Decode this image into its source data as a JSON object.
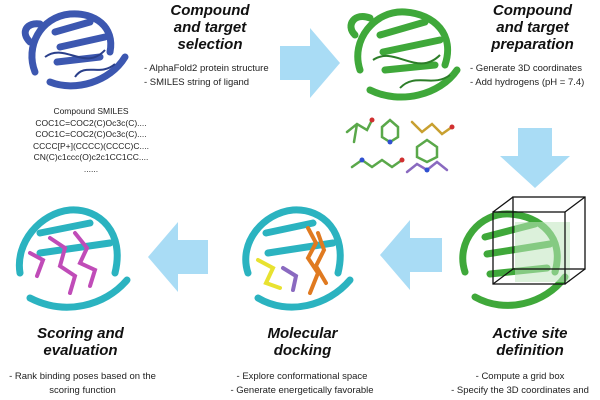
{
  "steps": {
    "selection": {
      "title_line1": "Compound",
      "title_line2": "and target",
      "title_line3": "selection",
      "bullets": [
        "- AlphaFold2 protein structure",
        "- SMILES string of ligand"
      ],
      "smiles_header": "Compound SMILES",
      "smiles": [
        "COC1C=COC2(C)Oc3c(C)....",
        "COC1C=COC2(C)Oc3c(C)....",
        "CCCC[P+](CCCC)(CCCC)C....",
        "CN(C)c1ccc(O)c2c1CC1CC....",
        "......"
      ]
    },
    "preparation": {
      "title_line1": "Compound",
      "title_line2": "and target",
      "title_line3": "preparation",
      "bullets": [
        "- Generate 3D coordinates",
        "- Add hydrogens (pH = 7.4)"
      ]
    },
    "active_site": {
      "title_line1": "Active site",
      "title_line2": "definition",
      "bullets": [
        "- Compute a grid box",
        "- Specify the 3D coordinates and"
      ]
    },
    "docking": {
      "title_line1": "Molecular",
      "title_line2": "docking",
      "bullets": [
        "- Explore conformational space",
        "- Generate energetically favorable"
      ]
    },
    "scoring": {
      "title_line1": "Scoring and",
      "title_line2": "evaluation",
      "bullets": [
        "- Rank binding poses based on the",
        "scoring function"
      ]
    }
  },
  "colors": {
    "blue_protein": "#3c57b0",
    "green_protein": "#3fa83a",
    "cyan_protein": "#2bb3c0",
    "arrow": "#a9dcf5",
    "ligand_magenta": "#c04cb8",
    "ligand_orange": "#e07a20",
    "ligand_yellow": "#e8e230"
  },
  "icons": [
    "protein-structure-icon",
    "ligand-structures-icon",
    "grid-box-icon",
    "flow-arrow-icon"
  ]
}
